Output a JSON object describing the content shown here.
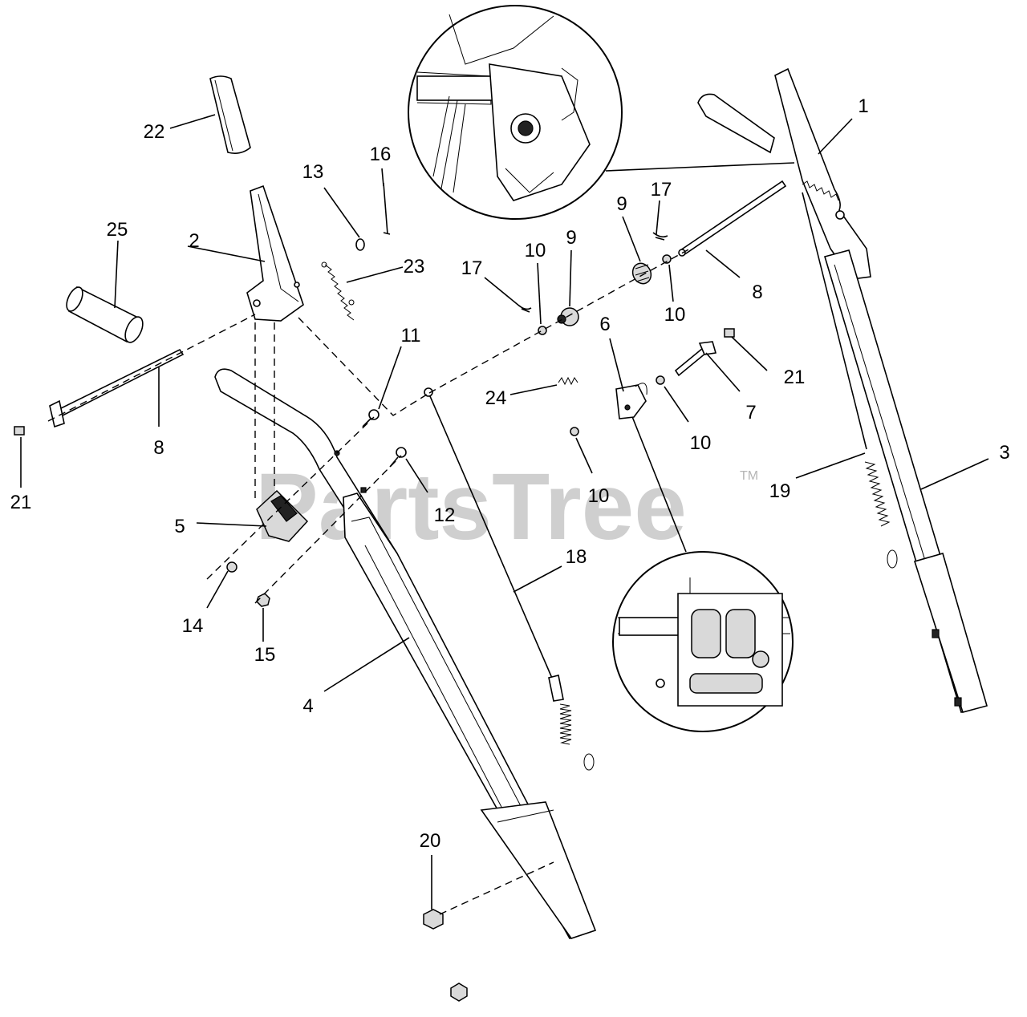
{
  "watermark": "PartsTree",
  "trademark": "TM",
  "callouts": [
    {
      "id": "callout-1",
      "text": "1"
    },
    {
      "id": "callout-2",
      "text": "2"
    },
    {
      "id": "callout-3",
      "text": "3"
    },
    {
      "id": "callout-4",
      "text": "4"
    },
    {
      "id": "callout-5",
      "text": "5"
    },
    {
      "id": "callout-6",
      "text": "6"
    },
    {
      "id": "callout-7",
      "text": "7"
    },
    {
      "id": "callout-8-left",
      "text": "8"
    },
    {
      "id": "callout-8-right",
      "text": "8"
    },
    {
      "id": "callout-9-left",
      "text": "9"
    },
    {
      "id": "callout-9-right",
      "text": "9"
    },
    {
      "id": "callout-10-a",
      "text": "10"
    },
    {
      "id": "callout-10-b",
      "text": "10"
    },
    {
      "id": "callout-10-c",
      "text": "10"
    },
    {
      "id": "callout-10-d",
      "text": "10"
    },
    {
      "id": "callout-11",
      "text": "11"
    },
    {
      "id": "callout-12",
      "text": "12"
    },
    {
      "id": "callout-13",
      "text": "13"
    },
    {
      "id": "callout-14",
      "text": "14"
    },
    {
      "id": "callout-15",
      "text": "15"
    },
    {
      "id": "callout-16",
      "text": "16"
    },
    {
      "id": "callout-17-left",
      "text": "17"
    },
    {
      "id": "callout-17-right",
      "text": "17"
    },
    {
      "id": "callout-18",
      "text": "18"
    },
    {
      "id": "callout-19",
      "text": "19"
    },
    {
      "id": "callout-20",
      "text": "20"
    },
    {
      "id": "callout-21-left",
      "text": "21"
    },
    {
      "id": "callout-21-right",
      "text": "21"
    },
    {
      "id": "callout-22",
      "text": "22"
    },
    {
      "id": "callout-23",
      "text": "23"
    },
    {
      "id": "callout-24",
      "text": "24"
    },
    {
      "id": "callout-25",
      "text": "25"
    }
  ]
}
